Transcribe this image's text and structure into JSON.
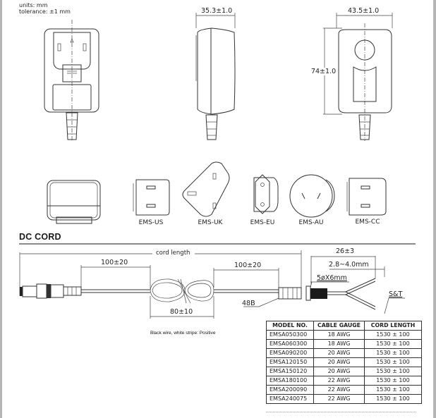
{
  "header": {
    "units": "units: mm",
    "tolerance": "tolerance: ±1 mm"
  },
  "dimensions": {
    "side_width": "35.3±1.0",
    "back_width": "43.5±1.0",
    "back_height": "74±1.0"
  },
  "plugs": [
    {
      "label": "EMS-US"
    },
    {
      "label": "EMS-UK"
    },
    {
      "label": "EMS-EU"
    },
    {
      "label": "EMS-AU"
    },
    {
      "label": "EMS-CC"
    }
  ],
  "dc_cord": {
    "title": "DC CORD",
    "cord_length_label": "cord length",
    "left_strain_relief": "100±20",
    "right_strain_relief": "100±20",
    "coil_length": "80±10",
    "ferrite_label": "48B",
    "barrel_label": "5øX6mm",
    "split_length": "26±3",
    "strip_length": "2.8~4.0mm",
    "end_label": "S&T",
    "polarity_note": "Black wire, white stripe: Positive"
  },
  "table": {
    "headers": [
      "MODEL NO.",
      "CABLE GAUGE",
      "CORD LENGTH"
    ],
    "rows": [
      [
        "EMSA050300",
        "18 AWG",
        "1530 ± 100"
      ],
      [
        "EMSA060300",
        "18 AWG",
        "1530 ± 100"
      ],
      [
        "EMSA090200",
        "20 AWG",
        "1530 ± 100"
      ],
      [
        "EMSA120150",
        "20 AWG",
        "1530 ± 100"
      ],
      [
        "EMSA150120",
        "20 AWG",
        "1530 ± 100"
      ],
      [
        "EMSA180100",
        "22 AWG",
        "1530 ± 100"
      ],
      [
        "EMSA200090",
        "22 AWG",
        "1530 ± 100"
      ],
      [
        "EMSA240075",
        "22 AWG",
        "1530 ± 100"
      ]
    ]
  }
}
